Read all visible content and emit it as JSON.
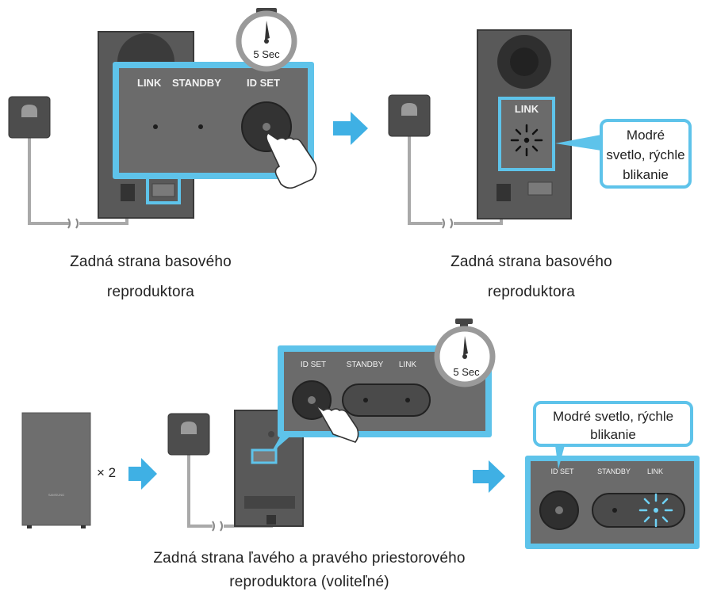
{
  "labels": {
    "link": "LINK",
    "standby": "STANDBY",
    "id_set": "ID SET",
    "timer": "5 Sec",
    "multiplier": "× 2",
    "callout_top_1": "Modré",
    "callout_top_2": "svetlo, rýchle",
    "callout_top_3": "blikanie",
    "callout_bottom_1": "Modré svetlo, rýchle",
    "callout_bottom_2": "blikanie",
    "brand": "SAMSUNG"
  },
  "captions": {
    "step1_line1": "Zadná strana basového",
    "step1_line2": "reproduktora",
    "step2_line1": "Zadná strana basového",
    "step2_line2": "reproduktora",
    "step3_line1": "Zadná strana ľavého a pravého priestorového",
    "step3_line2": "reproduktora (voliteľné)"
  },
  "colors": {
    "highlight": "#5ec3ea",
    "arrow": "#3fb0e4",
    "panel": "#6b6b6b",
    "device": "#595959",
    "outlet": "#4d4d4d",
    "led_blue": "#6fd2f5"
  },
  "icons": {
    "timer": "stopwatch-icon",
    "hand": "pointing-hand-icon",
    "arrow": "right-arrow-icon",
    "outlet": "power-outlet-icon"
  }
}
